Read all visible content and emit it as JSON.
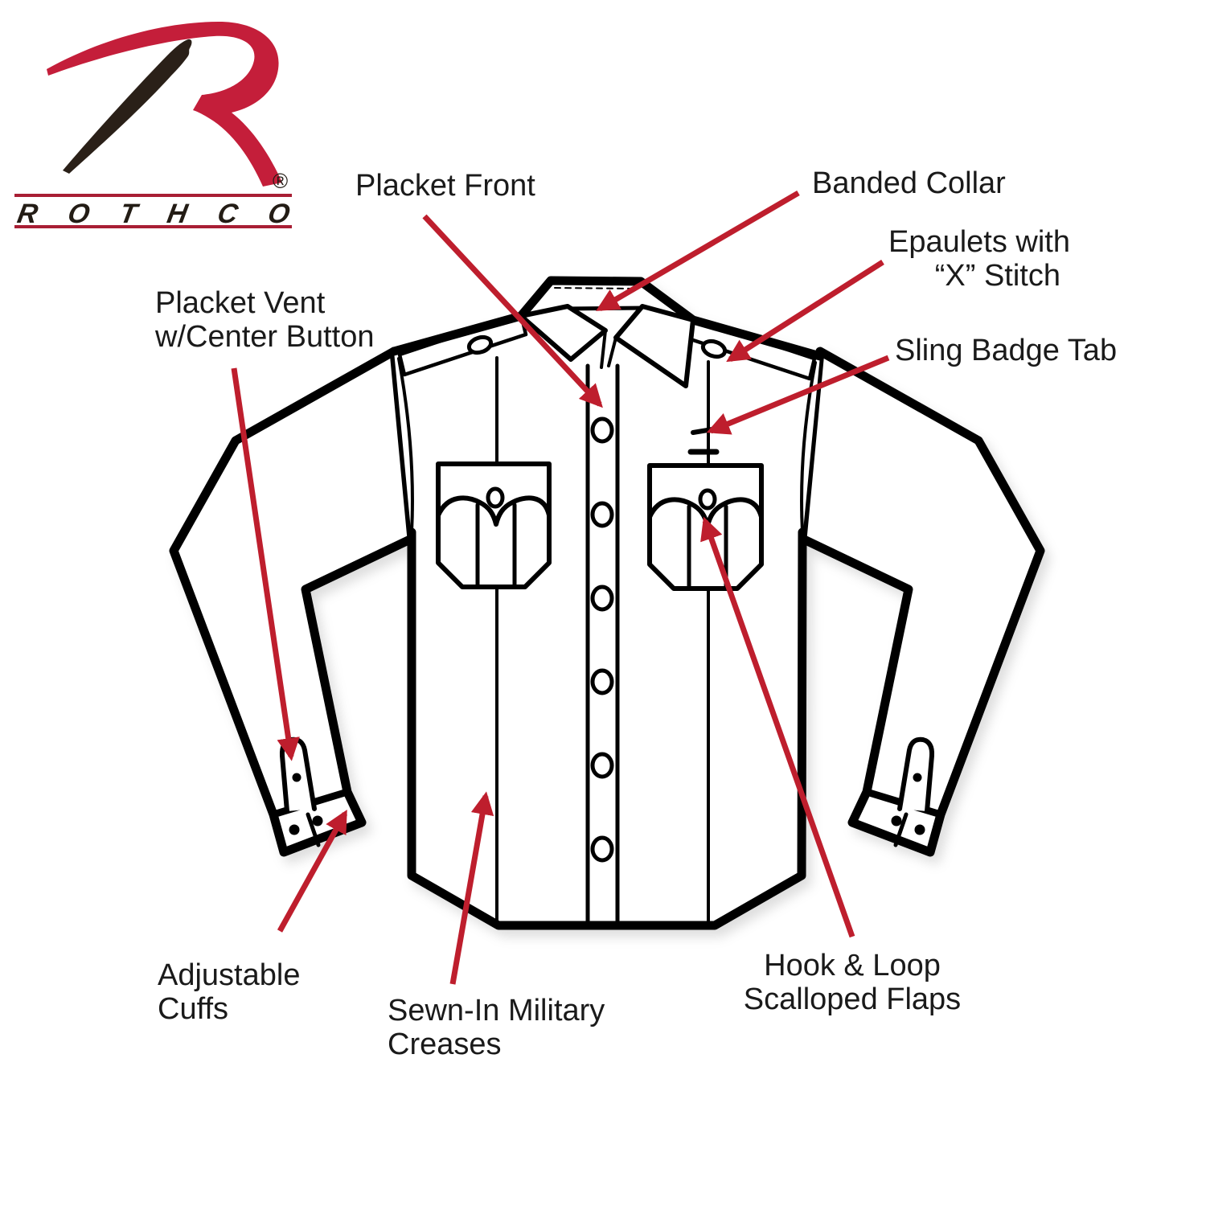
{
  "brand": {
    "name": "ROTHCO",
    "registered_mark": "®"
  },
  "diagram_subject": "long-sleeve uniform shirt, front view, feature callouts",
  "callouts": {
    "placket_front": {
      "text": "Placket Front"
    },
    "banded_collar": {
      "text": "Banded Collar"
    },
    "epaulets": {
      "line1": "Epaulets with",
      "line2": "“X” Stitch"
    },
    "sling_badge_tab": {
      "text": "Sling Badge Tab"
    },
    "placket_vent": {
      "line1": "Placket Vent",
      "line2": "w/Center Button"
    },
    "adjustable_cuffs": {
      "line1": "Adjustable",
      "line2": "Cuffs"
    },
    "military_creases": {
      "line1": "Sewn-In Military",
      "line2": "Creases"
    },
    "scalloped_flaps": {
      "line1": "Hook & Loop",
      "line2": "Scalloped Flaps"
    }
  },
  "colors": {
    "arrow_red": "#be1e2d",
    "logo_red": "#c41e3a",
    "rule_red": "#a81e34",
    "ink": "#1a1a1a",
    "line_black": "#000000",
    "brush_black": "#2a2018"
  }
}
